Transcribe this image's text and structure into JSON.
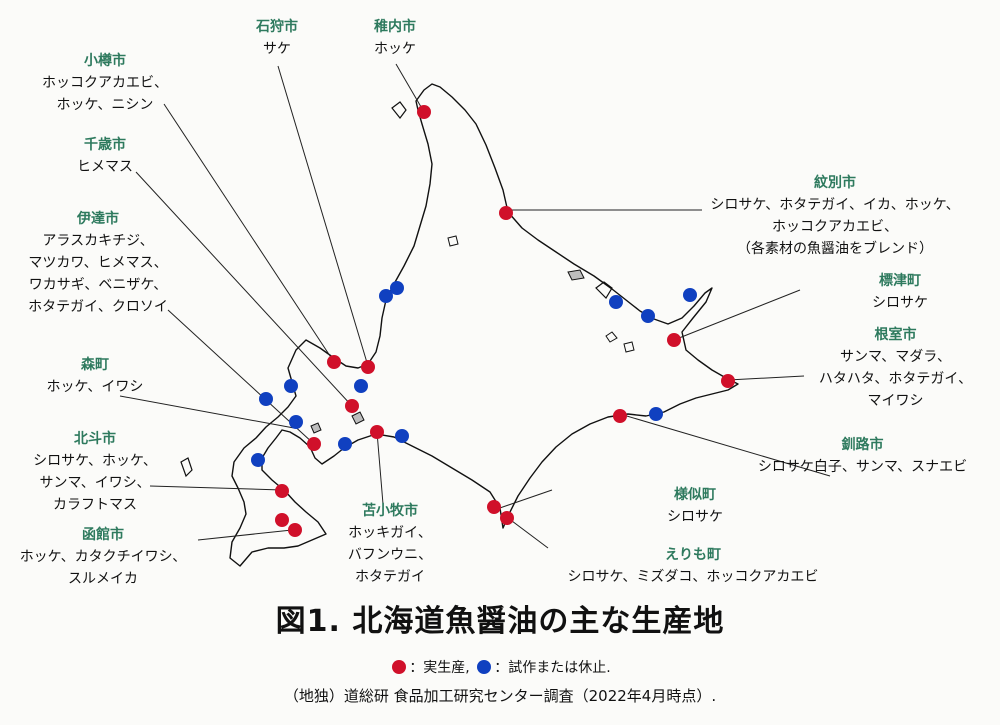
{
  "colors": {
    "actual_production": "#d0102a",
    "trial_or_suspended": "#1040c0",
    "city_name": "#2e7a5e",
    "coastline": "#111111",
    "leader_line": "#222222"
  },
  "labels": {
    "wakkanai": {
      "name": "稚内市",
      "products": [
        "ホッケ"
      ]
    },
    "ishikari": {
      "name": "石狩市",
      "products": [
        "サケ"
      ]
    },
    "otaru": {
      "name": "小樽市",
      "products": [
        "ホッコクアカエビ、",
        "ホッケ、ニシン"
      ]
    },
    "chitose": {
      "name": "千歳市",
      "products": [
        "ヒメマス"
      ]
    },
    "date": {
      "name": "伊達市",
      "products": [
        "アラスカキチジ、",
        "マツカワ、ヒメマス、",
        "ワカサギ、ベニザケ、",
        "ホタテガイ、クロソイ"
      ]
    },
    "mori": {
      "name": "森町",
      "products": [
        "ホッケ、イワシ"
      ]
    },
    "hokuto": {
      "name": "北斗市",
      "products": [
        "シロサケ、ホッケ、",
        "サンマ、イワシ、",
        "カラフトマス"
      ]
    },
    "hakodate": {
      "name": "函館市",
      "products": [
        "ホッケ、カタクチイワシ、",
        "スルメイカ"
      ]
    },
    "tomakomai": {
      "name": "苫小牧市",
      "products": [
        "ホッキガイ、",
        "バフンウニ、",
        "ホタテガイ"
      ]
    },
    "monbetsu": {
      "name": "紋別市",
      "products": [
        "シロサケ、ホタテガイ、イカ、ホッケ、",
        "ホッコクアカエビ、",
        "（各素材の魚醤油をブレンド）"
      ]
    },
    "shibetsu": {
      "name": "標津町",
      "products": [
        "シロサケ"
      ]
    },
    "nemuro": {
      "name": "根室市",
      "products": [
        "サンマ、マダラ、",
        "ハタハタ、ホタテガイ、",
        "マイワシ"
      ]
    },
    "kushiro": {
      "name": "釧路市",
      "products": [
        "シロサケ白子、サンマ、スナエビ"
      ]
    },
    "samani": {
      "name": "様似町",
      "products": [
        "シロサケ"
      ]
    },
    "erimo": {
      "name": "えりも町",
      "products": [
        "シロサケ、ミズダコ、ホッコクアカエビ"
      ]
    }
  },
  "title": "図1.  北海道魚醤油の主な生産地",
  "legend": {
    "red_label": "：実生産,",
    "blue_label": "：試作または休止."
  },
  "source": "（地独）道総研  食品加工研究センター調査（2022年4月時点）."
}
